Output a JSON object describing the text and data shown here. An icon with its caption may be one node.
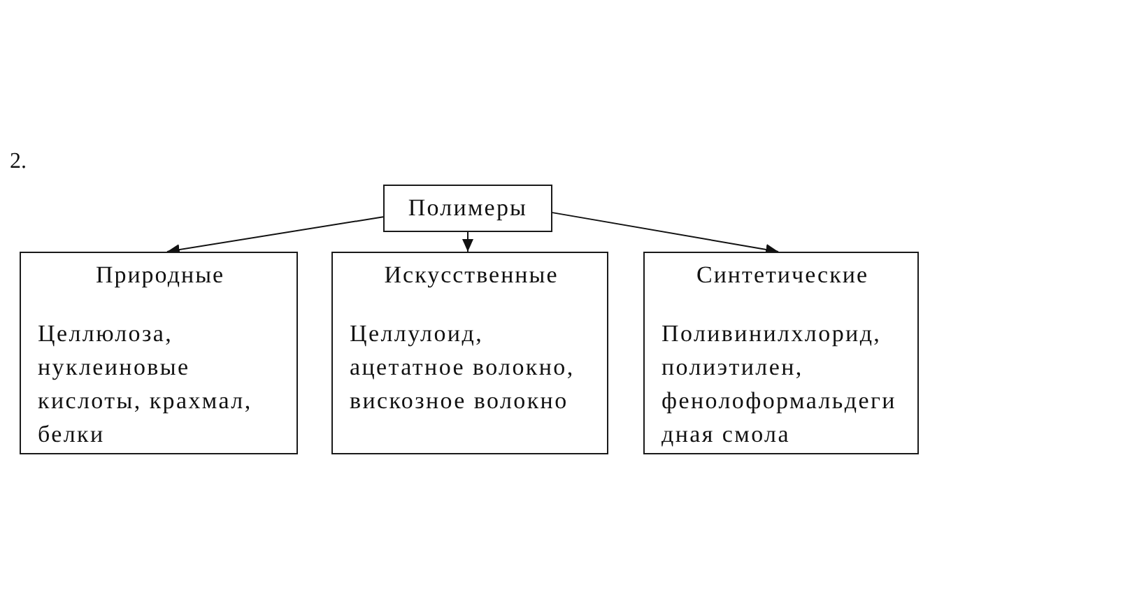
{
  "diagram": {
    "nodes": [
      {
        "text": [
          "Полимеры"
        ]
      },
      {
        "text": [
          "Природные",
          "Целлюлоза, нуклеиновые кислоты, крахмал, белки"
        ]
      },
      {
        "text": [
          "Искусственные",
          "Целлулоид, ацетатное волокно, вискозное волокно"
        ]
      },
      {
        "text": [
          "Синтетические",
          "Поливинилхлорид, полиэтилен, фенолоформальдегидная смола"
        ]
      }
    ],
    "edges": [
      {
        "from": 0,
        "to": 1,
        "arrow": "to"
      },
      {
        "from": 0,
        "to": 2,
        "arrow": "to"
      },
      {
        "from": 0,
        "to": 3,
        "arrow": "to"
      }
    ],
    "labels": [
      "2."
    ]
  }
}
